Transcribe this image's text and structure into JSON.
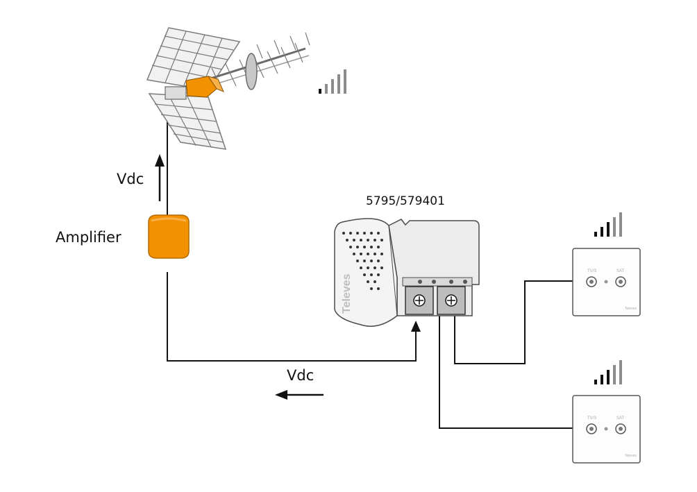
{
  "labels": {
    "vdc_top": "Vdc",
    "amplifier": "Amplifier",
    "psu_model": "5795/579401",
    "vdc_bottom": "Vdc",
    "brand": "Televes",
    "outlet_brand": "Televes",
    "outlet_port_left": "TV/S",
    "outlet_port_right": "SAT"
  },
  "icons": {
    "antenna": "yagi-antenna-icon",
    "amplifier": "mast-amplifier-icon",
    "power_supply": "power-supply-unit-icon",
    "outlet": "wall-outlet-icon",
    "signal": "signal-strength-icon",
    "arrow": "arrow-icon"
  },
  "colors": {
    "line": "#111111",
    "accent_orange": "#f39200",
    "device_gray": "#e8e8e8",
    "signal_gray": "#8c8c8c",
    "outline": "#4a4a4a"
  }
}
